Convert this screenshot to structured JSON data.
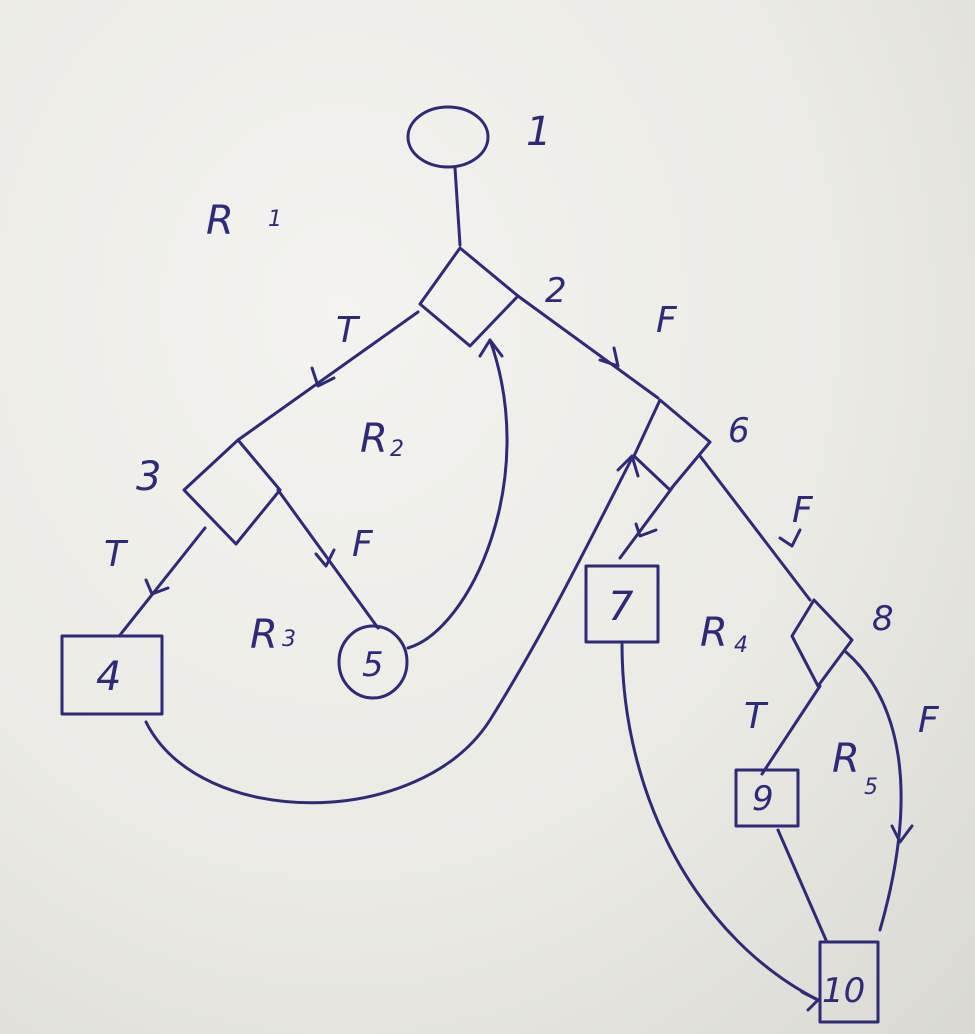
{
  "nodes": {
    "n1": "1",
    "n2": "2",
    "n3": "3",
    "n4": "4",
    "n5": "5",
    "n6": "6",
    "n7": "7",
    "n8": "8",
    "n9": "9",
    "n10": "10"
  },
  "edge_labels": {
    "e2_3": "T",
    "e2_6": "F",
    "e3_4": "T",
    "e3_5": "F",
    "e6_8": "F",
    "e8_9": "T",
    "e8_10": "F"
  },
  "regions": {
    "r1": {
      "letter": "R",
      "index": "1"
    },
    "r2": {
      "letter": "R",
      "index": "2"
    },
    "r3": {
      "letter": "R",
      "index": "3"
    },
    "r4": {
      "letter": "R",
      "index": "4"
    },
    "r5": {
      "letter": "R",
      "index": "5"
    }
  },
  "colors": {
    "ink": "#2f2a78",
    "paper": "#ecebe6"
  }
}
